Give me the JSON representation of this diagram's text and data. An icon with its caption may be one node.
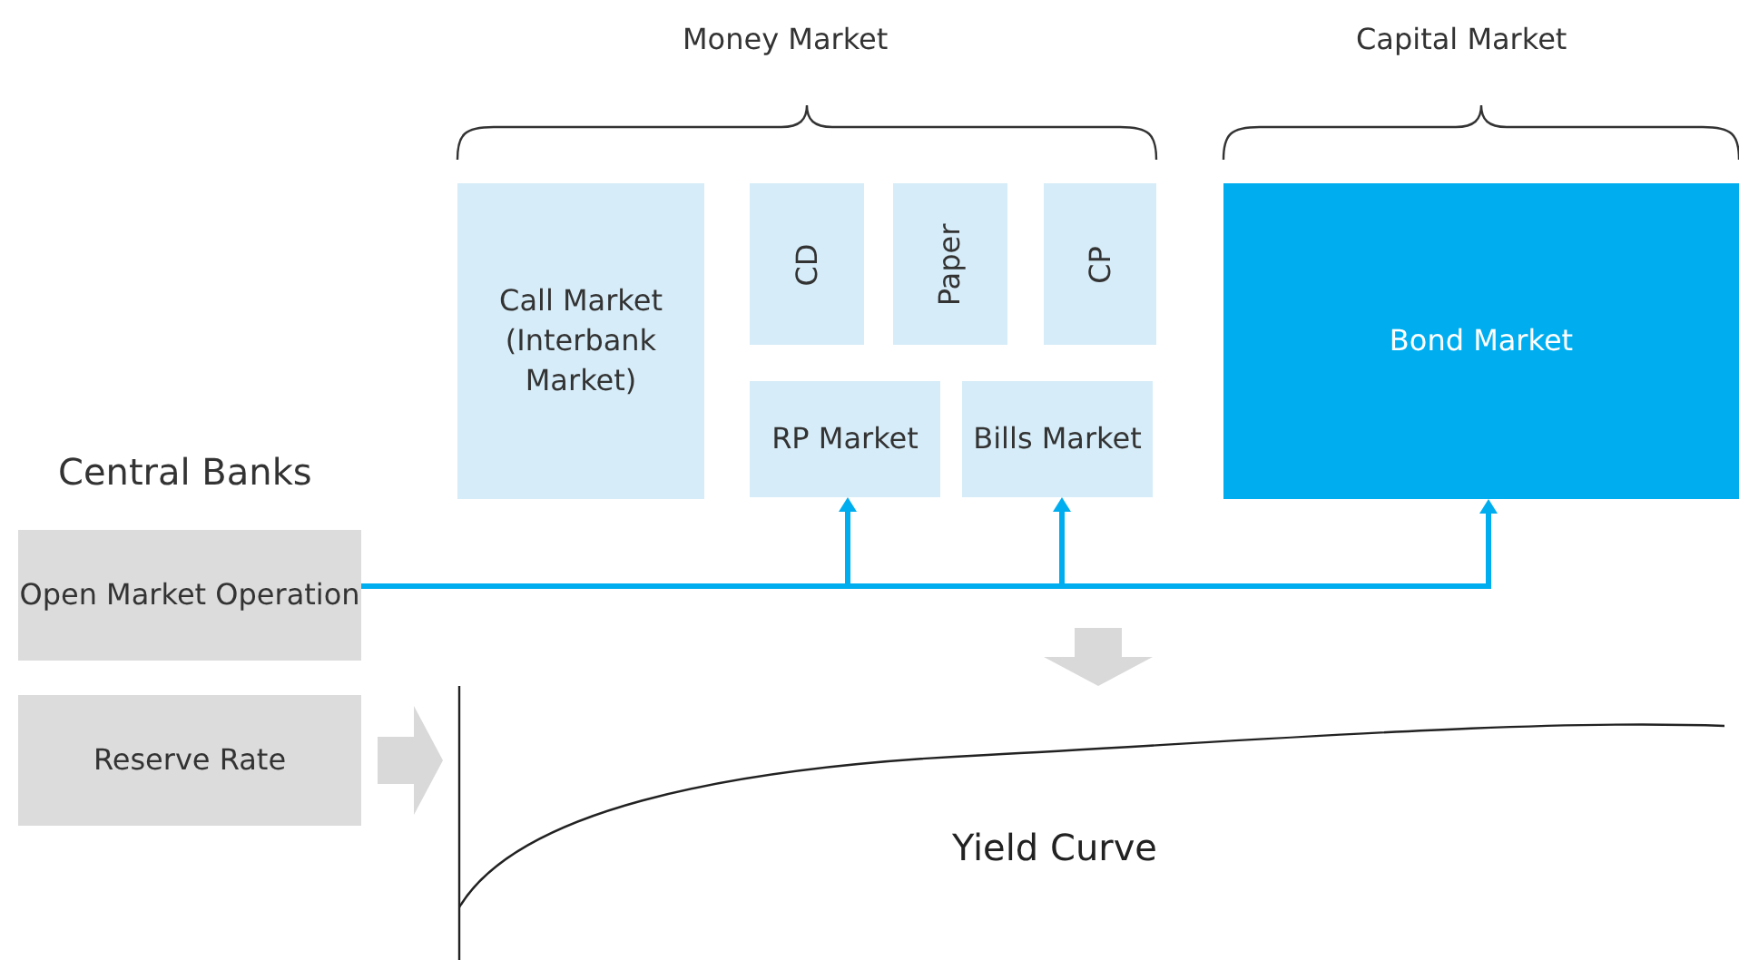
{
  "diagram": {
    "nodes": [
      {
        "text": [
          "Call Market (Interbank Market)"
        ]
      },
      {
        "text": [
          "CD"
        ]
      },
      {
        "text": [
          "Paper"
        ]
      },
      {
        "text": [
          "CP"
        ]
      },
      {
        "text": [
          "RP Market"
        ]
      },
      {
        "text": [
          "Bills Market"
        ]
      },
      {
        "text": [
          "Bond Market"
        ]
      },
      {
        "text": [
          "Open Market Operation"
        ]
      },
      {
        "text": [
          "Reserve Rate"
        ]
      },
      {
        "text": [
          "Yield Curve"
        ]
      }
    ],
    "edges": [
      {
        "from": 7,
        "to": 4,
        "arrow": "to"
      },
      {
        "from": 7,
        "to": 5,
        "arrow": "to"
      },
      {
        "from": 7,
        "to": 6,
        "arrow": "to"
      },
      {
        "from": null,
        "to": 9,
        "arrow": "to",
        "style": "thick",
        "color": "#d9d9d9"
      },
      {
        "from": 8,
        "to": 9,
        "arrow": "to",
        "style": "thick",
        "color": "#d9d9d9"
      }
    ],
    "labels": [
      "Money Market",
      "Capital Market",
      "Central Banks"
    ]
  }
}
